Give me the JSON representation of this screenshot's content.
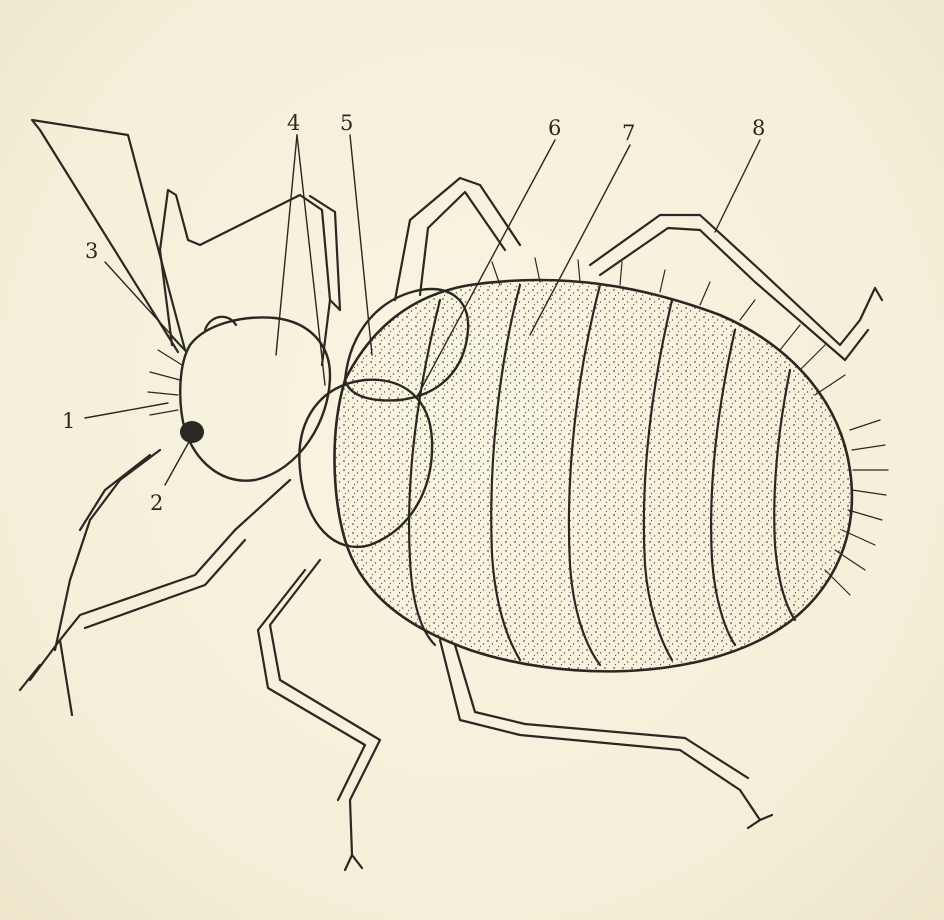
{
  "diagram": {
    "subject-icon": "bed-bug-dorsal-view-drawing",
    "ink_color": "#2b2722",
    "paper_color": "#f6f1dc",
    "labels": {
      "l1": "1",
      "l2": "2",
      "l3": "3",
      "l4": "4",
      "l5": "5",
      "l6": "6",
      "l7": "7",
      "l8": "8"
    }
  }
}
